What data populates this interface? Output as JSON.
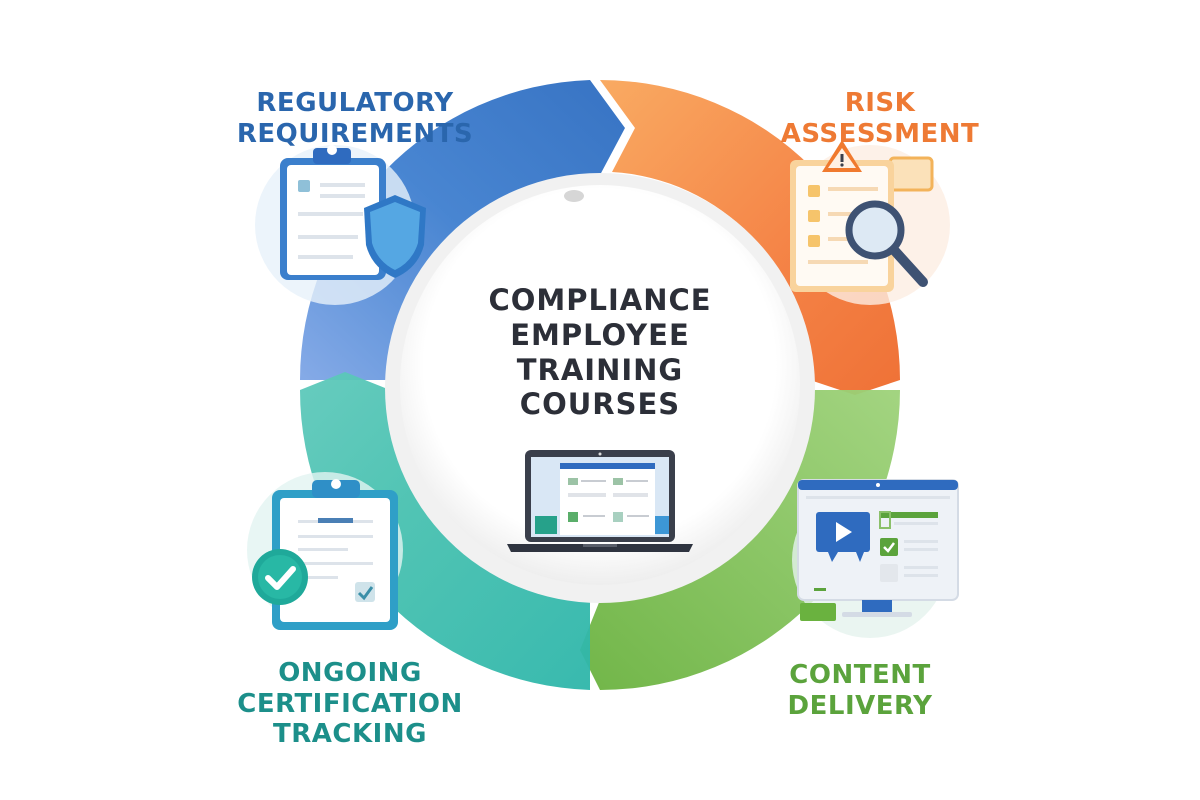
{
  "diagram": {
    "title": "COMPLIANCE EMPLOYEE TRAINING COURSES",
    "center": {
      "lines": [
        "COMPLIANCE",
        "EMPLOYEE",
        "TRAINING",
        "COURSES"
      ],
      "icon": "laptop-course-icon"
    },
    "stages": [
      {
        "id": "regulatory",
        "lines": [
          "REGULATORY",
          "REQUIREMENTS"
        ],
        "color": "#2a66ad",
        "icon": "clipboard-shield-icon",
        "position": "top-left"
      },
      {
        "id": "risk",
        "lines": [
          "RISK",
          "ASSESSMENT"
        ],
        "color": "#ee7a34",
        "icon": "clipboard-warning-magnifier-icon",
        "position": "top-right"
      },
      {
        "id": "content",
        "lines": [
          "CONTENT",
          "DELIVERY"
        ],
        "color": "#5ba33c",
        "icon": "monitor-video-icon",
        "position": "bottom-right"
      },
      {
        "id": "certification",
        "lines": [
          "ONGOING",
          "CERTIFICATION",
          "TRACKING"
        ],
        "color": "#1c8f8a",
        "icon": "clipboard-check-icon",
        "position": "bottom-left"
      }
    ],
    "flow": "clockwise",
    "ring_colors": {
      "blue": "#3f7fcf",
      "orange": "#f47c3c",
      "green": "#72b646",
      "teal": "#2fb3a6"
    }
  }
}
